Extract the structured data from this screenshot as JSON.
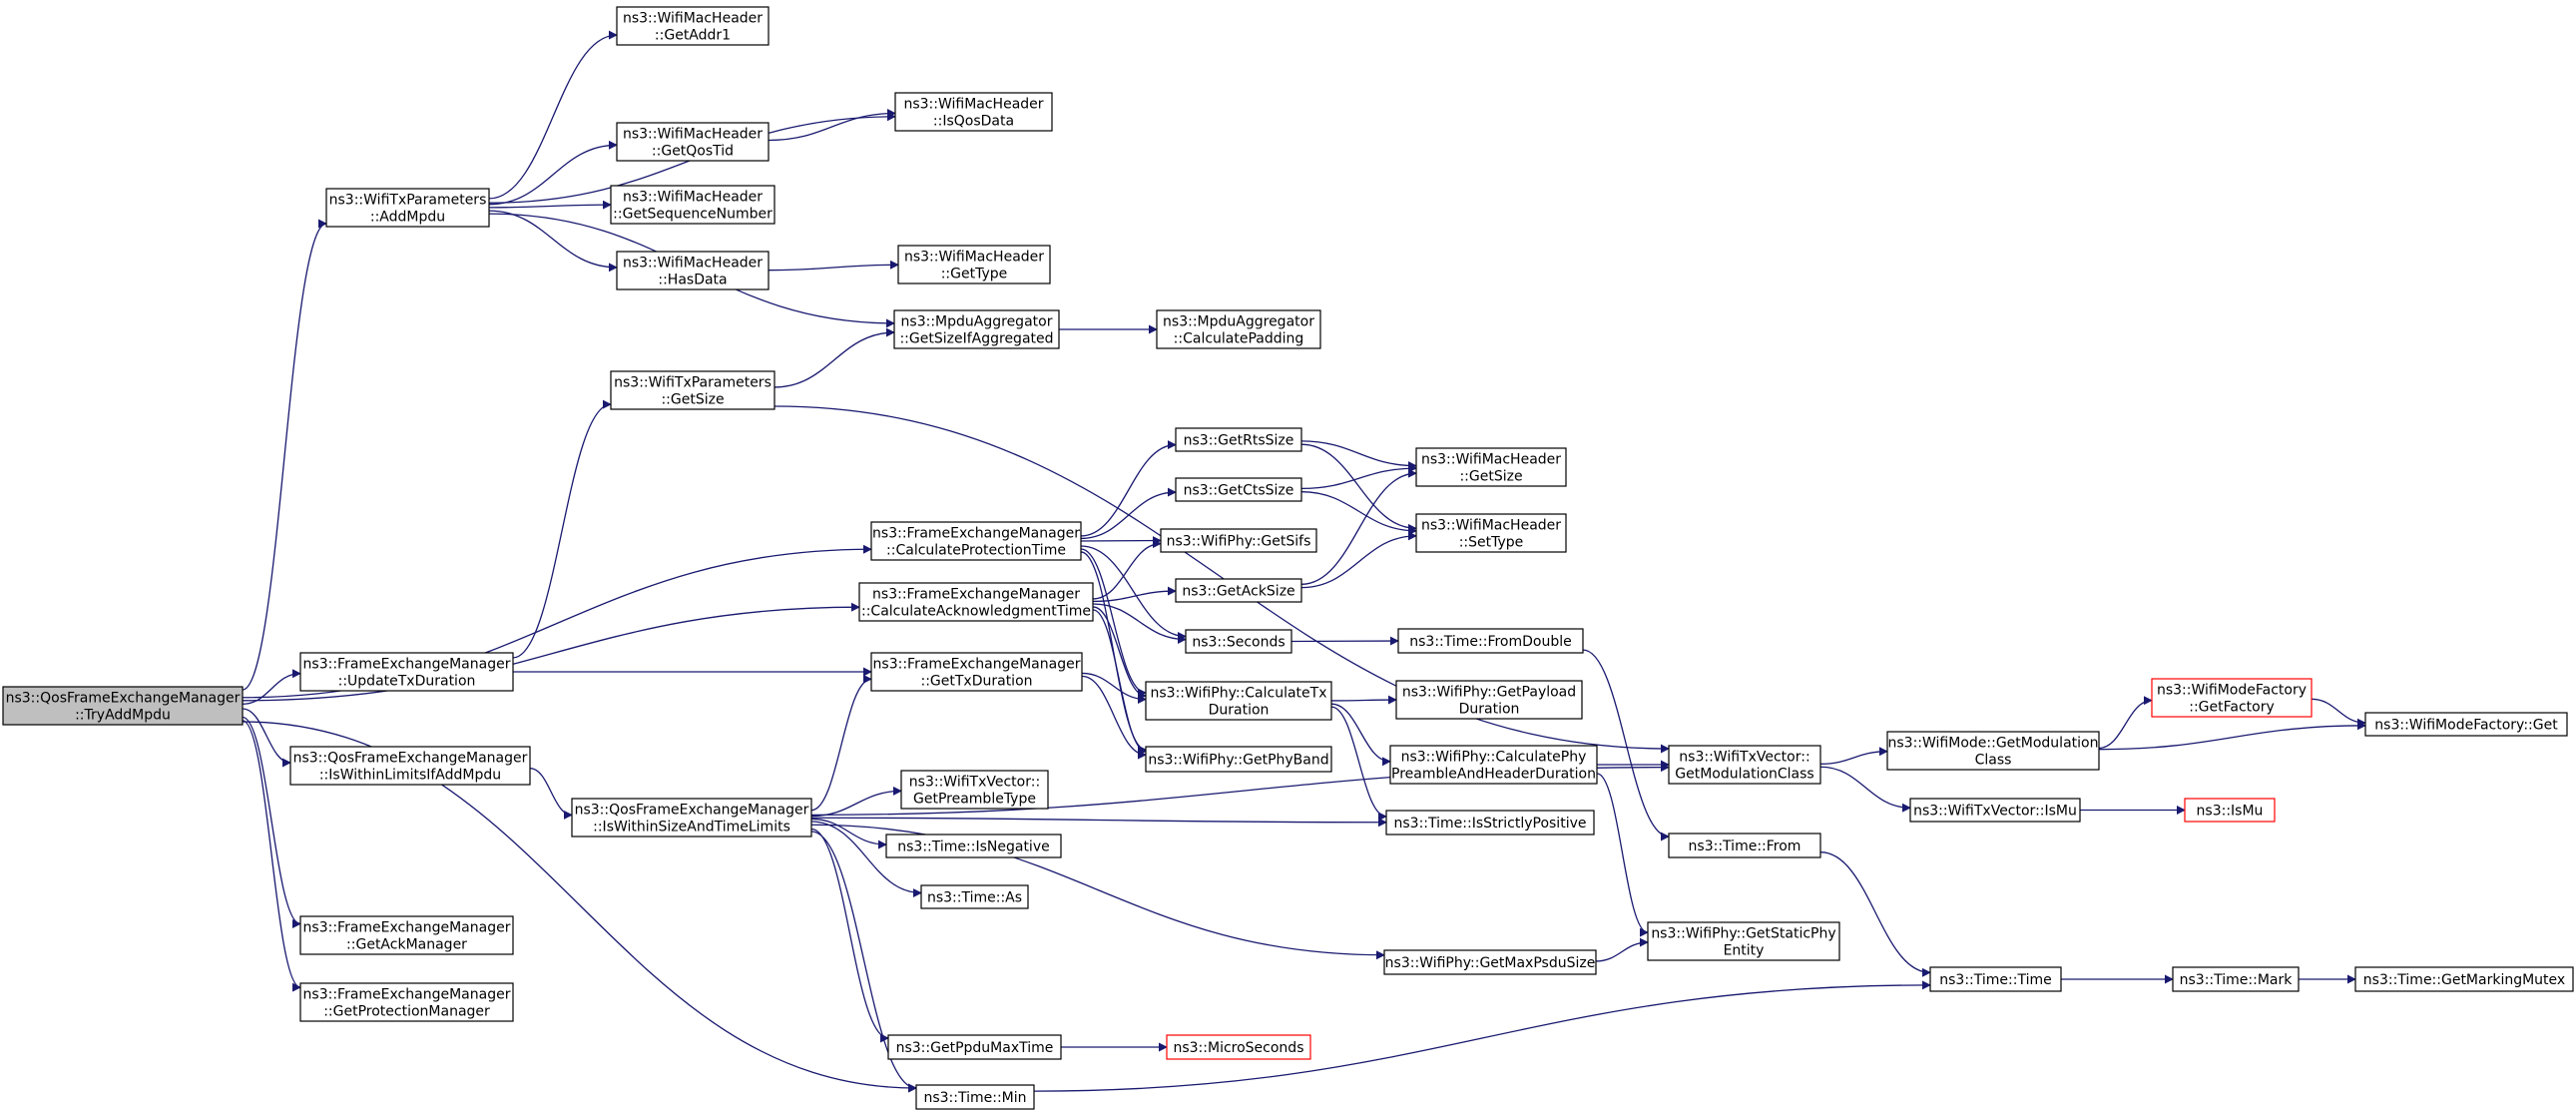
{
  "diagram": {
    "type": "call-graph",
    "colors": {
      "edge": "#191970",
      "root_fill": "#bfbfbf",
      "node_border": "#000000",
      "truncated_border": "#ff0000"
    },
    "nodes": [
      {
        "id": "tryaddmpdu",
        "lines": [
          "ns3::QosFrameExchangeManager",
          "::TryAddMpdu"
        ],
        "style": "root"
      },
      {
        "id": "txp_addmpdu",
        "lines": [
          "ns3::WifiTxParameters",
          "::AddMpdu"
        ]
      },
      {
        "id": "hdr_getaddr1",
        "lines": [
          "ns3::WifiMacHeader",
          "::GetAddr1"
        ]
      },
      {
        "id": "hdr_isqosdata",
        "lines": [
          "ns3::WifiMacHeader",
          "::IsQosData"
        ]
      },
      {
        "id": "hdr_getqostid",
        "lines": [
          "ns3::WifiMacHeader",
          "::GetQosTid"
        ]
      },
      {
        "id": "hdr_getseqnum",
        "lines": [
          "ns3::WifiMacHeader",
          "::GetSequenceNumber"
        ]
      },
      {
        "id": "hdr_hasdata",
        "lines": [
          "ns3::WifiMacHeader",
          "::HasData"
        ]
      },
      {
        "id": "hdr_gettype",
        "lines": [
          "ns3::WifiMacHeader",
          "::GetType"
        ]
      },
      {
        "id": "agg_getsizeifagg",
        "lines": [
          "ns3::MpduAggregator",
          "::GetSizeIfAggregated"
        ]
      },
      {
        "id": "agg_calcpadding",
        "lines": [
          "ns3::MpduAggregator",
          "::CalculatePadding"
        ]
      },
      {
        "id": "txp_getsize",
        "lines": [
          "ns3::WifiTxParameters",
          "::GetSize"
        ]
      },
      {
        "id": "getrtssize",
        "lines": [
          "ns3::GetRtsSize"
        ]
      },
      {
        "id": "getctssize",
        "lines": [
          "ns3::GetCtsSize"
        ]
      },
      {
        "id": "hdr_getsize",
        "lines": [
          "ns3::WifiMacHeader",
          "::GetSize"
        ]
      },
      {
        "id": "hdr_settype",
        "lines": [
          "ns3::WifiMacHeader",
          "::SetType"
        ]
      },
      {
        "id": "fem_calcprot",
        "lines": [
          "ns3::FrameExchangeManager",
          "::CalculateProtectionTime"
        ]
      },
      {
        "id": "phy_getsifs",
        "lines": [
          "ns3::WifiPhy::GetSifs"
        ]
      },
      {
        "id": "getacksize",
        "lines": [
          "ns3::GetAckSize"
        ]
      },
      {
        "id": "fem_calcack",
        "lines": [
          "ns3::FrameExchangeManager",
          "::CalculateAcknowledgmentTime"
        ]
      },
      {
        "id": "seconds",
        "lines": [
          "ns3::Seconds"
        ]
      },
      {
        "id": "time_fromdouble",
        "lines": [
          "ns3::Time::FromDouble"
        ]
      },
      {
        "id": "fem_updatetxdur",
        "lines": [
          "ns3::FrameExchangeManager",
          "::UpdateTxDuration"
        ]
      },
      {
        "id": "fem_gettxdur",
        "lines": [
          "ns3::FrameExchangeManager",
          "::GetTxDuration"
        ]
      },
      {
        "id": "phy_calctxdur",
        "lines": [
          "ns3::WifiPhy::CalculateTx",
          "Duration"
        ]
      },
      {
        "id": "phy_getpayloaddur",
        "lines": [
          "ns3::WifiPhy::GetPayload",
          "Duration"
        ]
      },
      {
        "id": "phy_getphyband",
        "lines": [
          "ns3::WifiPhy::GetPhyBand"
        ]
      },
      {
        "id": "phy_calcpreamble",
        "lines": [
          "ns3::WifiPhy::CalculatePhy",
          "PreambleAndHeaderDuration"
        ]
      },
      {
        "id": "txv_getmodclass",
        "lines": [
          "ns3::WifiTxVector::",
          "GetModulationClass"
        ]
      },
      {
        "id": "mode_getmodclass",
        "lines": [
          "ns3::WifiMode::GetModulation",
          "Class"
        ]
      },
      {
        "id": "modefactory_getfactory",
        "lines": [
          "ns3::WifiModeFactory",
          "::GetFactory"
        ],
        "style": "red"
      },
      {
        "id": "modefactory_get",
        "lines": [
          "ns3::WifiModeFactory::Get"
        ]
      },
      {
        "id": "txv_ismu",
        "lines": [
          "ns3::WifiTxVector::IsMu"
        ]
      },
      {
        "id": "ismu",
        "lines": [
          "ns3::IsMu"
        ],
        "style": "red"
      },
      {
        "id": "qfem_iswithinlimitsifadd",
        "lines": [
          "ns3::QosFrameExchangeManager",
          "::IsWithinLimitsIfAddMpdu"
        ]
      },
      {
        "id": "qfem_iswithinsizetime",
        "lines": [
          "ns3::QosFrameExchangeManager",
          "::IsWithinSizeAndTimeLimits"
        ]
      },
      {
        "id": "txv_getpreambletype",
        "lines": [
          "ns3::WifiTxVector::",
          "GetPreambleType"
        ]
      },
      {
        "id": "time_isnegative",
        "lines": [
          "ns3::Time::IsNegative"
        ]
      },
      {
        "id": "time_as",
        "lines": [
          "ns3::Time::As"
        ]
      },
      {
        "id": "time_isstrictlypos",
        "lines": [
          "ns3::Time::IsStrictlyPositive"
        ]
      },
      {
        "id": "time_from",
        "lines": [
          "ns3::Time::From"
        ]
      },
      {
        "id": "phy_getmaxpsdu",
        "lines": [
          "ns3::WifiPhy::GetMaxPsduSize"
        ]
      },
      {
        "id": "phy_getstaticphy",
        "lines": [
          "ns3::WifiPhy::GetStaticPhy",
          "Entity"
        ]
      },
      {
        "id": "time_time",
        "lines": [
          "ns3::Time::Time"
        ]
      },
      {
        "id": "time_mark",
        "lines": [
          "ns3::Time::Mark"
        ]
      },
      {
        "id": "time_getmarkingmutex",
        "lines": [
          "ns3::Time::GetMarkingMutex"
        ]
      },
      {
        "id": "getppdumaxtime",
        "lines": [
          "ns3::GetPpduMaxTime"
        ]
      },
      {
        "id": "microseconds",
        "lines": [
          "ns3::MicroSeconds"
        ],
        "style": "red"
      },
      {
        "id": "time_min",
        "lines": [
          "ns3::Time::Min"
        ]
      },
      {
        "id": "fem_getackmgr",
        "lines": [
          "ns3::FrameExchangeManager",
          "::GetAckManager"
        ]
      },
      {
        "id": "fem_getprotmgr",
        "lines": [
          "ns3::FrameExchangeManager",
          "::GetProtectionManager"
        ]
      }
    ],
    "edges": [
      [
        "tryaddmpdu",
        "txp_addmpdu"
      ],
      [
        "tryaddmpdu",
        "fem_calcprot"
      ],
      [
        "tryaddmpdu",
        "fem_calcack"
      ],
      [
        "tryaddmpdu",
        "fem_updatetxdur"
      ],
      [
        "tryaddmpdu",
        "qfem_iswithinlimitsifadd"
      ],
      [
        "tryaddmpdu",
        "fem_getackmgr"
      ],
      [
        "tryaddmpdu",
        "fem_getprotmgr"
      ],
      [
        "tryaddmpdu",
        "time_min"
      ],
      [
        "txp_addmpdu",
        "hdr_getaddr1"
      ],
      [
        "txp_addmpdu",
        "hdr_isqosdata"
      ],
      [
        "txp_addmpdu",
        "hdr_getqostid"
      ],
      [
        "txp_addmpdu",
        "hdr_getseqnum"
      ],
      [
        "txp_addmpdu",
        "hdr_hasdata"
      ],
      [
        "txp_addmpdu",
        "agg_getsizeifagg"
      ],
      [
        "hdr_getqostid",
        "hdr_isqosdata"
      ],
      [
        "hdr_hasdata",
        "hdr_gettype"
      ],
      [
        "agg_getsizeifagg",
        "agg_calcpadding"
      ],
      [
        "txp_getsize",
        "agg_getsizeifagg"
      ],
      [
        "txp_getsize",
        "txv_getmodclass"
      ],
      [
        "fem_updatetxdur",
        "txp_getsize"
      ],
      [
        "fem_updatetxdur",
        "fem_gettxdur"
      ],
      [
        "fem_calcprot",
        "getrtssize"
      ],
      [
        "fem_calcprot",
        "getctssize"
      ],
      [
        "fem_calcprot",
        "phy_getsifs"
      ],
      [
        "fem_calcprot",
        "phy_calctxdur"
      ],
      [
        "fem_calcprot",
        "phy_getphyband"
      ],
      [
        "getrtssize",
        "hdr_getsize"
      ],
      [
        "getrtssize",
        "hdr_settype"
      ],
      [
        "getctssize",
        "hdr_getsize"
      ],
      [
        "getctssize",
        "hdr_settype"
      ],
      [
        "getacksize",
        "hdr_getsize"
      ],
      [
        "getacksize",
        "hdr_settype"
      ],
      [
        "fem_calcack",
        "phy_getsifs"
      ],
      [
        "fem_calcack",
        "getacksize"
      ],
      [
        "fem_calcack",
        "seconds"
      ],
      [
        "fem_calcack",
        "phy_calctxdur"
      ],
      [
        "fem_calcack",
        "phy_getphyband"
      ],
      [
        "fem_calcprot",
        "seconds"
      ],
      [
        "seconds",
        "time_fromdouble"
      ],
      [
        "time_fromdouble",
        "time_from"
      ],
      [
        "fem_gettxdur",
        "phy_calctxdur"
      ],
      [
        "fem_gettxdur",
        "phy_getphyband"
      ],
      [
        "phy_calctxdur",
        "phy_getpayloaddur"
      ],
      [
        "phy_calctxdur",
        "phy_calcpreamble"
      ],
      [
        "phy_calctxdur",
        "time_isstrictlypos"
      ],
      [
        "phy_calcpreamble",
        "txv_getmodclass"
      ],
      [
        "phy_calcpreamble",
        "phy_getstaticphy"
      ],
      [
        "txv_getmodclass",
        "mode_getmodclass"
      ],
      [
        "txv_getmodclass",
        "txv_ismu"
      ],
      [
        "mode_getmodclass",
        "modefactory_getfactory"
      ],
      [
        "mode_getmodclass",
        "modefactory_get"
      ],
      [
        "modefactory_getfactory",
        "modefactory_get"
      ],
      [
        "txv_ismu",
        "ismu"
      ],
      [
        "qfem_iswithinlimitsifadd",
        "qfem_iswithinsizetime"
      ],
      [
        "qfem_iswithinsizetime",
        "fem_gettxdur"
      ],
      [
        "qfem_iswithinsizetime",
        "txv_getmodclass"
      ],
      [
        "qfem_iswithinsizetime",
        "txv_getpreambletype"
      ],
      [
        "qfem_iswithinsizetime",
        "time_isnegative"
      ],
      [
        "qfem_iswithinsizetime",
        "time_as"
      ],
      [
        "qfem_iswithinsizetime",
        "time_isstrictlypos"
      ],
      [
        "qfem_iswithinsizetime",
        "phy_getmaxpsdu"
      ],
      [
        "qfem_iswithinsizetime",
        "getppdumaxtime"
      ],
      [
        "qfem_iswithinsizetime",
        "time_min"
      ],
      [
        "phy_getmaxpsdu",
        "phy_getstaticphy"
      ],
      [
        "getppdumaxtime",
        "microseconds"
      ],
      [
        "time_from",
        "time_time"
      ],
      [
        "time_min",
        "time_time"
      ],
      [
        "time_time",
        "time_mark"
      ],
      [
        "time_mark",
        "time_getmarkingmutex"
      ]
    ]
  }
}
